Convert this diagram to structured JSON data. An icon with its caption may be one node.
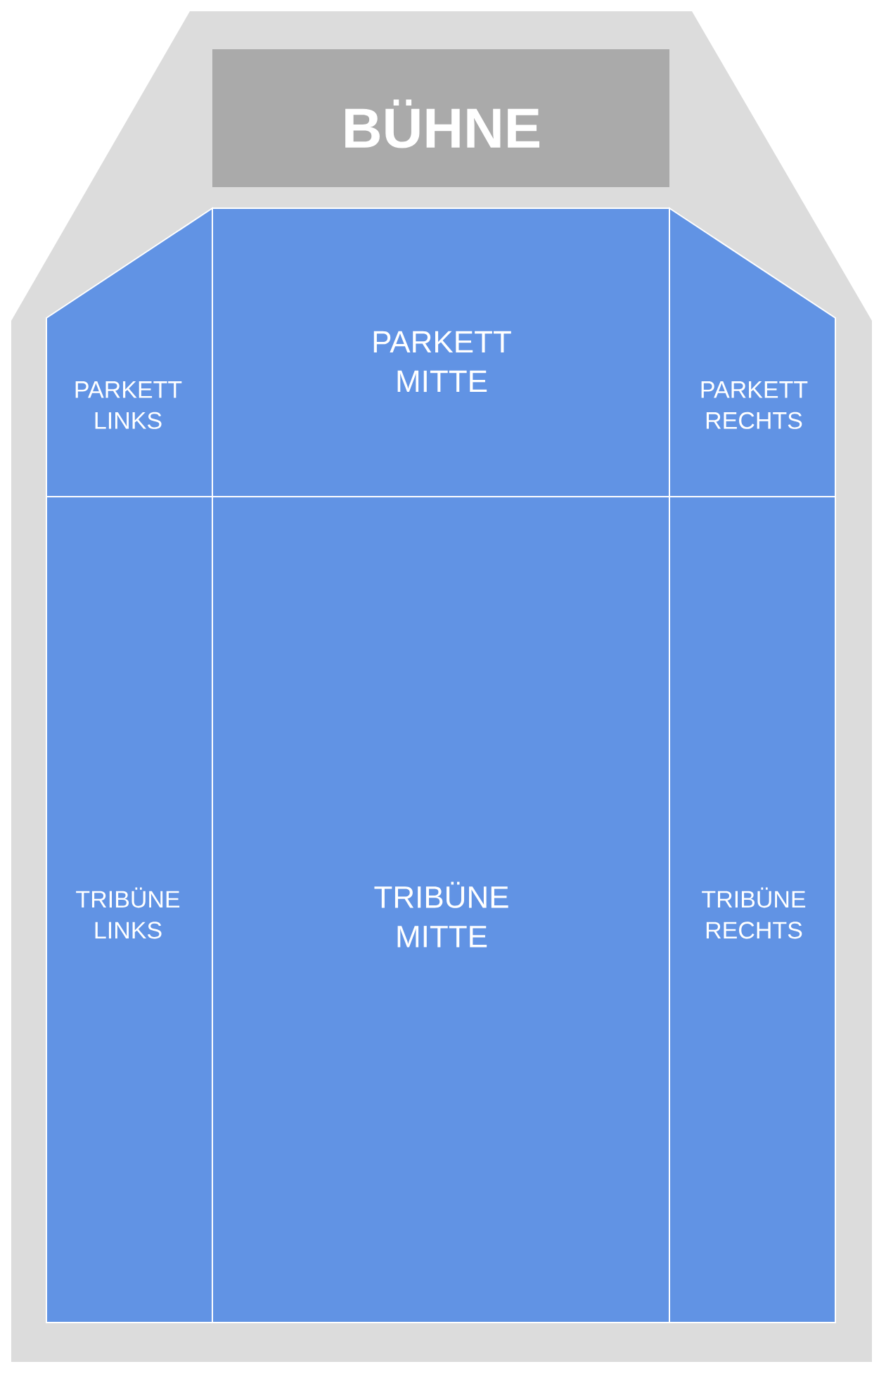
{
  "diagram": {
    "nodes": [
      {
        "text": [
          "BÜHNE"
        ]
      },
      {
        "text": [
          "PARKETT LINKS"
        ]
      },
      {
        "text": [
          "PARKETT MITTE"
        ]
      },
      {
        "text": [
          "PARKETT RECHTS"
        ]
      },
      {
        "text": [
          "TRIBÜNE LINKS"
        ]
      },
      {
        "text": [
          "TRIBÜNE MITTE"
        ]
      },
      {
        "text": [
          "TRIBÜNE RECHTS"
        ]
      }
    ]
  }
}
